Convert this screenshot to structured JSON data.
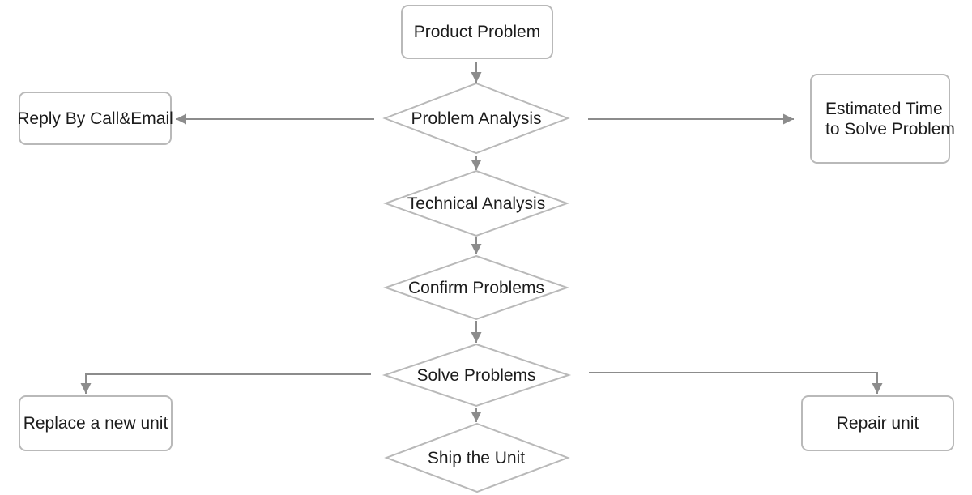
{
  "flowchart": {
    "nodes": {
      "product_problem": {
        "label": "Product Problem",
        "shape": "rounded-rectangle"
      },
      "problem_analysis": {
        "label": "Problem Analysis",
        "shape": "diamond"
      },
      "reply_by_call_email": {
        "label": "Reply By Call&Email",
        "shape": "rounded-rectangle"
      },
      "estimated_time": {
        "label": "Estimated Time to Solve Problem",
        "lines": [
          "Estimated Time",
          "to Solve Problem"
        ],
        "shape": "rounded-rectangle"
      },
      "technical_analysis": {
        "label": "Technical Analysis",
        "shape": "diamond"
      },
      "confirm_problems": {
        "label": "Confirm Problems",
        "shape": "diamond"
      },
      "solve_problems": {
        "label": "Solve Problems",
        "shape": "diamond"
      },
      "replace_new_unit": {
        "label": "Replace a new unit",
        "shape": "rounded-rectangle"
      },
      "repair_unit": {
        "label": "Repair unit",
        "shape": "rounded-rectangle"
      },
      "ship_the_unit": {
        "label": "Ship the Unit",
        "shape": "diamond"
      }
    },
    "edges": [
      {
        "from": "product_problem",
        "to": "problem_analysis"
      },
      {
        "from": "problem_analysis",
        "to": "reply_by_call_email"
      },
      {
        "from": "problem_analysis",
        "to": "estimated_time"
      },
      {
        "from": "problem_analysis",
        "to": "technical_analysis"
      },
      {
        "from": "technical_analysis",
        "to": "confirm_problems"
      },
      {
        "from": "confirm_problems",
        "to": "solve_problems"
      },
      {
        "from": "solve_problems",
        "to": "replace_new_unit"
      },
      {
        "from": "solve_problems",
        "to": "repair_unit"
      },
      {
        "from": "solve_problems",
        "to": "ship_the_unit"
      }
    ],
    "colors": {
      "background": "#ffffff",
      "shape_border": "#b9b9b9",
      "connector": "#8c8c8c",
      "text": "#1c1c1c"
    }
  }
}
